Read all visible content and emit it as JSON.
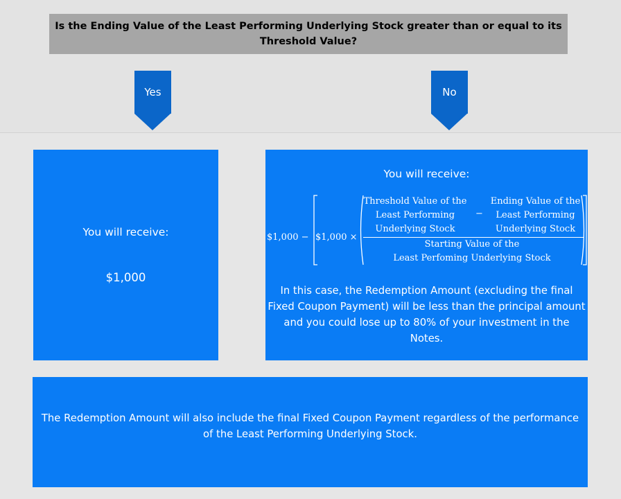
{
  "question": {
    "line1": "Is the Ending Value of the Least Performing Underlying Stock greater than or equal to its",
    "line2": "Threshold Value?"
  },
  "branches": {
    "yes_label": "Yes",
    "no_label": "No"
  },
  "yes_box": {
    "heading": "You will receive:",
    "amount": "$1,000"
  },
  "no_box": {
    "heading": "You will receive:",
    "formula": {
      "lead": "$1,000 −",
      "factor": "$1,000 ×",
      "threshold_lines": [
        "Threshold Value of the",
        "Least Performing",
        "Underlying Stock"
      ],
      "minus": "−",
      "ending_lines": [
        "Ending Value of the",
        "Least Performing",
        "Underlying Stock"
      ],
      "denominator_lines": [
        "Starting Value of the",
        "Least Perfoming Underlying Stock"
      ]
    },
    "note_lines": [
      "In this case, the Redemption Amount (excluding the final",
      "Fixed Coupon Payment) will be less than the principal amount",
      "and you could lose up to 80% of your investment in the",
      "Notes."
    ]
  },
  "bottom_box": {
    "line1": "The Redemption Amount will also include the final Fixed Coupon Payment regardless of the performance",
    "line2": "of the Least Performing Underlying Stock."
  },
  "colors": {
    "box_blue": "#0a7cf5",
    "arrow_blue": "#0b66c9",
    "question_gray": "#a6a6a6",
    "background": "#e3e3e3"
  }
}
